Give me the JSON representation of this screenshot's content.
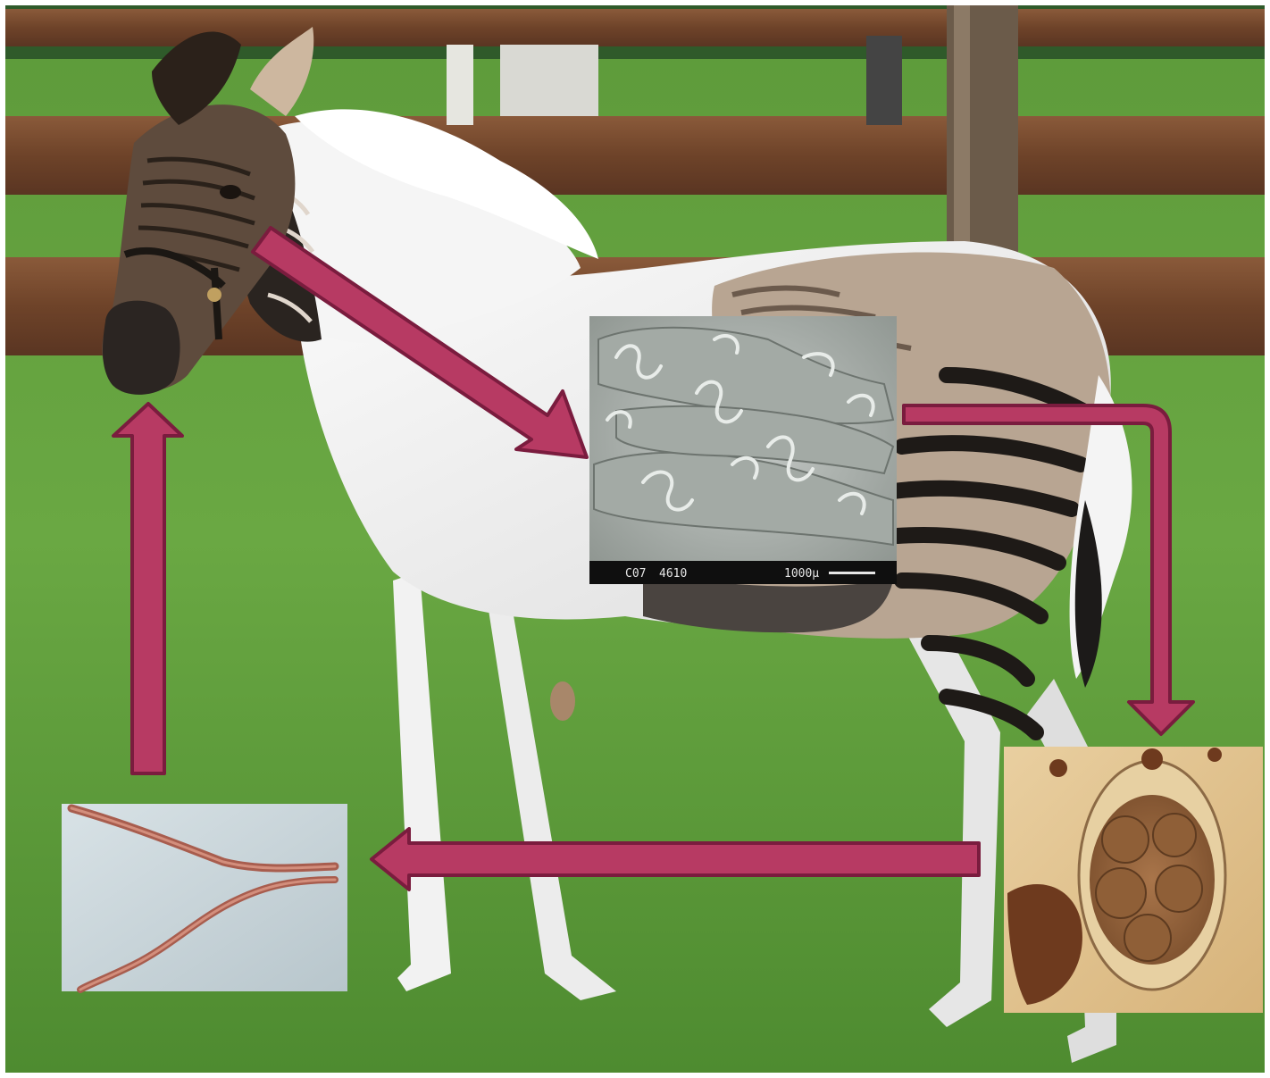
{
  "diagram": {
    "arrow_color": "#b73a63",
    "arrow_outline": "#7a1c3e",
    "photos": [
      {
        "id": "zebroid-foal",
        "description_icon": "zebra-hybrid-foal-photo"
      },
      {
        "id": "sem-worms",
        "description_icon": "sem-micrograph-worms-in-gut"
      },
      {
        "id": "parasite-egg",
        "description_icon": "strongyle-egg-micrograph"
      },
      {
        "id": "larvae",
        "description_icon": "nematode-larvae-micrograph"
      }
    ],
    "sem_caption": {
      "code_left": "C07",
      "code_right": "4610",
      "scale_label": "1000μ"
    }
  }
}
